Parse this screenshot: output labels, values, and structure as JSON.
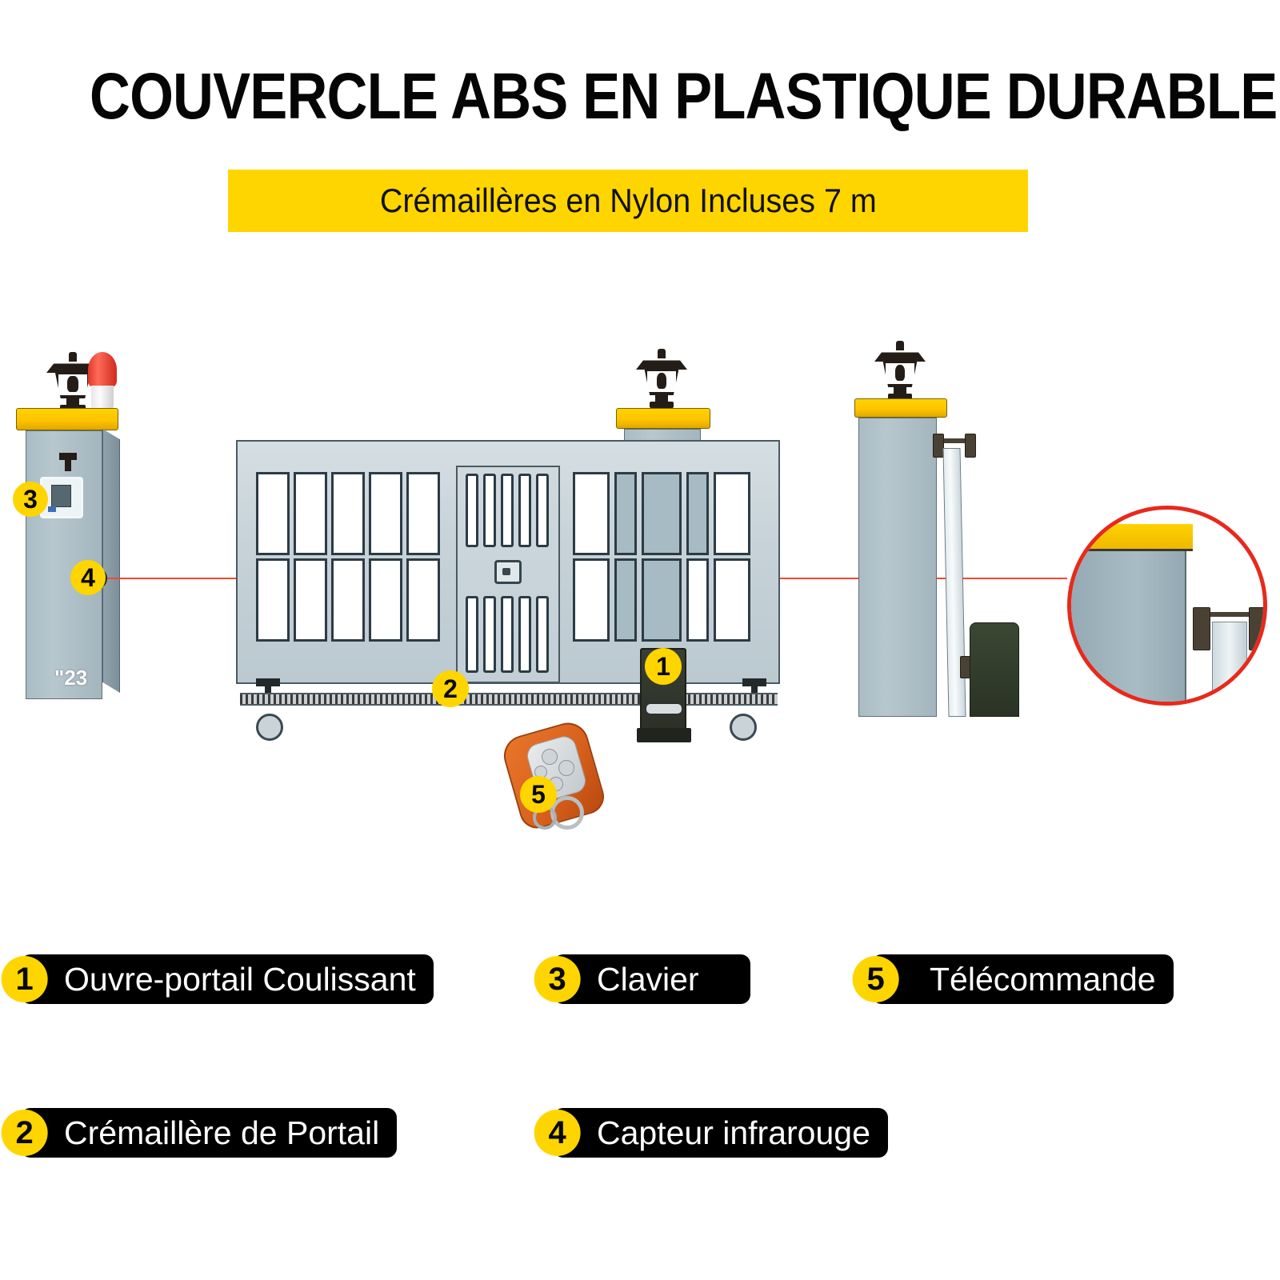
{
  "header": {
    "title": "COUVERCLE ABS EN PLASTIQUE DURABLE",
    "banner_text": "Crémaillères en Nylon Incluses 7 m",
    "banner_color": "#FFD500"
  },
  "colors": {
    "badge_yellow": "#FFD500",
    "badge_text": "#0A0A0A",
    "pill_black": "#000000",
    "pill_text": "#FFFFFF",
    "pillar_gray": "#A9BCC4",
    "cap_yellow": "#FFD200",
    "beam_red": "#EF4B32",
    "detail_circle_red": "#E8291C",
    "remote_orange": "#D9621D",
    "motor_dark": "#2B2F26"
  },
  "diagram": {
    "callouts": [
      {
        "number": "1",
        "target": "sliding-gate-opener-motor"
      },
      {
        "number": "2",
        "target": "gate-rack"
      },
      {
        "number": "3",
        "target": "keypad"
      },
      {
        "number": "4",
        "target": "infrared-sensor"
      },
      {
        "number": "5",
        "target": "remote-control"
      }
    ],
    "dimension_marking": "\"23",
    "parts": {
      "left_pillar": "keypad-pillar",
      "center": "sliding-gate-panel",
      "right_pillar": "rail-pillar",
      "detail": "cap-detail-zoom"
    }
  },
  "legend": {
    "items": [
      {
        "number": "1",
        "label": "Ouvre-portail Coulissant"
      },
      {
        "number": "2",
        "label": "Crémaillère de Portail"
      },
      {
        "number": "3",
        "label": "Clavier"
      },
      {
        "number": "4",
        "label": "Capteur infrarouge"
      },
      {
        "number": "5",
        "label": "Télécommande"
      }
    ]
  }
}
